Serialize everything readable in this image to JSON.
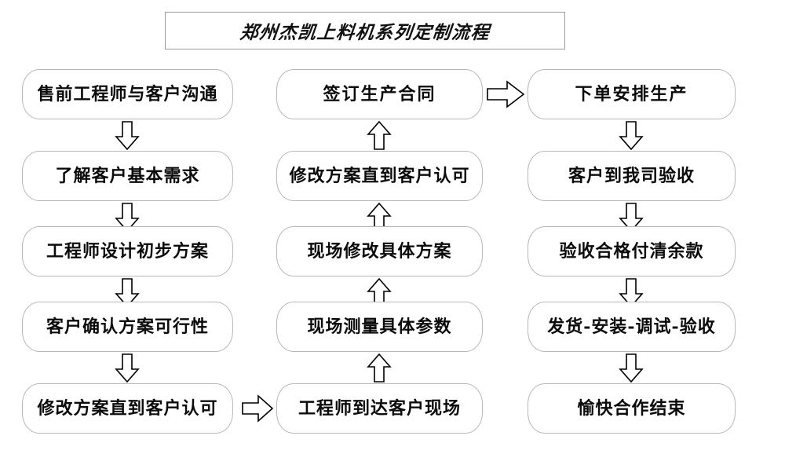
{
  "title": {
    "text": "郑州杰凯上料机系列定制流程"
  },
  "colors": {
    "box_border": "#b8b8b8",
    "title_border": "#9a9a9a",
    "text": "#0b0b0b",
    "arrow_stroke": "#000000",
    "arrow_fill": "#ffffff",
    "background": "#ffffff"
  },
  "columns": [
    {
      "name": "column-1",
      "nodes": [
        {
          "label": "售前工程师与客户沟通"
        },
        {
          "label": "了解客户基本需求"
        },
        {
          "label": "工程师设计初步方案"
        },
        {
          "label": "客户确认方案可行性"
        },
        {
          "label": "修改方案直到客户认可"
        }
      ]
    },
    {
      "name": "column-2",
      "nodes": [
        {
          "label": "签订生产合同"
        },
        {
          "label": "修改方案直到客户认可"
        },
        {
          "label": "现场修改具体方案"
        },
        {
          "label": "现场测量具体参数"
        },
        {
          "label": "工程师到达客户现场"
        }
      ]
    },
    {
      "name": "column-3",
      "nodes": [
        {
          "label": "下单安排生产"
        },
        {
          "label": "客户到我司验收"
        },
        {
          "label": "验收合格付清余款"
        },
        {
          "label": "发货-安装-调试-验收"
        },
        {
          "label": "愉快合作结束"
        }
      ]
    }
  ],
  "arrows": [
    {
      "name": "arrow-col1-1-2",
      "direction": "down"
    },
    {
      "name": "arrow-col1-2-3",
      "direction": "down"
    },
    {
      "name": "arrow-col1-3-4",
      "direction": "down"
    },
    {
      "name": "arrow-col1-4-5",
      "direction": "down"
    },
    {
      "name": "arrow-col1-to-col2",
      "direction": "right"
    },
    {
      "name": "arrow-col2-5-4",
      "direction": "up"
    },
    {
      "name": "arrow-col2-4-3",
      "direction": "up"
    },
    {
      "name": "arrow-col2-3-2",
      "direction": "up"
    },
    {
      "name": "arrow-col2-2-1",
      "direction": "up"
    },
    {
      "name": "arrow-col2-to-col3",
      "direction": "right"
    },
    {
      "name": "arrow-col3-1-2",
      "direction": "down"
    },
    {
      "name": "arrow-col3-2-3",
      "direction": "down"
    },
    {
      "name": "arrow-col3-3-4",
      "direction": "down"
    },
    {
      "name": "arrow-col3-4-5",
      "direction": "down"
    }
  ]
}
